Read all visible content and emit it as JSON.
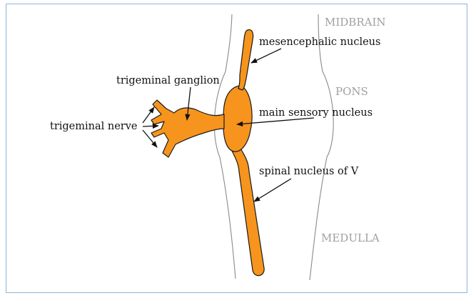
{
  "regions": {
    "midbrain": "MIDBRAIN",
    "pons": "PONS",
    "medulla": "MEDULLA"
  },
  "labels": {
    "mesencephalic_nucleus": "mesencephalic nucleus",
    "trigeminal_ganglion": "trigeminal ganglion",
    "main_sensory_nucleus": "main sensory nucleus",
    "trigeminal_nerve": "trigeminal nerve",
    "spinal_nucleus": "spinal nucleus of V"
  },
  "colors": {
    "nucleus_fill": "#f7941d",
    "region_text": "#a0a0a0",
    "frame_border": "#8fb4dc"
  }
}
